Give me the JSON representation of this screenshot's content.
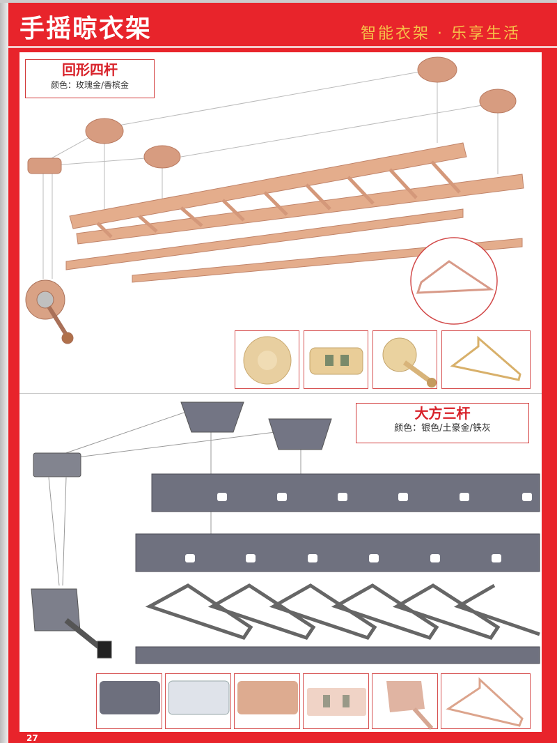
{
  "header": {
    "title": "手摇晾衣架",
    "slogan": "智能衣架 · 乐享生活"
  },
  "products": [
    {
      "name": "回形四杆",
      "colors": "颜色：玫瑰金/香槟金"
    },
    {
      "name": "大方三杆",
      "colors": "颜色：银色/土豪金/铁灰"
    }
  ],
  "page_number": "27",
  "colors": {
    "brand_red": "#e8242b",
    "slogan_gold": "#f6c24a",
    "rose_gold": "#d9a07f",
    "iron_gray": "#6d6f7d"
  }
}
